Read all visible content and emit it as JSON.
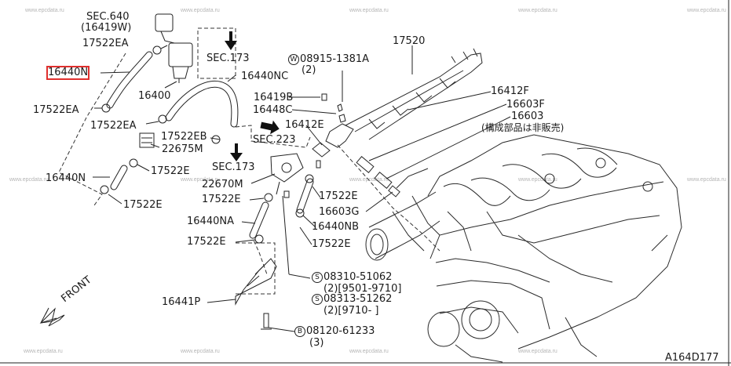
{
  "watermark": "www.epcdata.ru",
  "diagram_code": "A164D177",
  "front_label": "FRONT",
  "labels": {
    "sec640": "SEC.640",
    "sec640_sub": "(16419W)",
    "p17522EA_1": "17522EA",
    "p16440N_hl": "16440N",
    "p16400": "16400",
    "p17522EA_2": "17522EA",
    "p17522EA_3": "17522EA",
    "p17522EB": "17522EB",
    "p22675M": "22675M",
    "p17522E_1": "17522E",
    "p16440N_2": "16440N",
    "p17522E_2": "17522E",
    "sec173_top": "SEC.173",
    "p16440NC": "16440NC",
    "w_num": "08915-1381A",
    "w_qty": "(2)",
    "w_prefix": "W",
    "p16419B": "16419B",
    "p16448C": "16448C",
    "p16412E": "16412E",
    "sec223": "SEC.223",
    "sec173_mid": "SEC.173",
    "p22670M": "22670M",
    "p17522E_3": "17522E",
    "p16440NA": "16440NA",
    "p17522E_4": "17522E",
    "p16441P": "16441P",
    "p17520": "17520",
    "p16412F": "16412F",
    "p16603F": "16603F",
    "p16603": "16603",
    "note_jp": "(構成部品は非販売)",
    "p17522E_5": "17522E",
    "p16603G": "16603G",
    "p16440NB": "16440NB",
    "p17522E_6": "17522E",
    "s1_prefix": "S",
    "s1_num": "08310-51062",
    "s1_sub": "(2)[9501-9710]",
    "s2_prefix": "S",
    "s2_num": "08313-51262",
    "s2_sub": "(2)[9710-     ]",
    "b_prefix": "B",
    "b_num": "08120-61233",
    "b_qty": "(3)"
  }
}
